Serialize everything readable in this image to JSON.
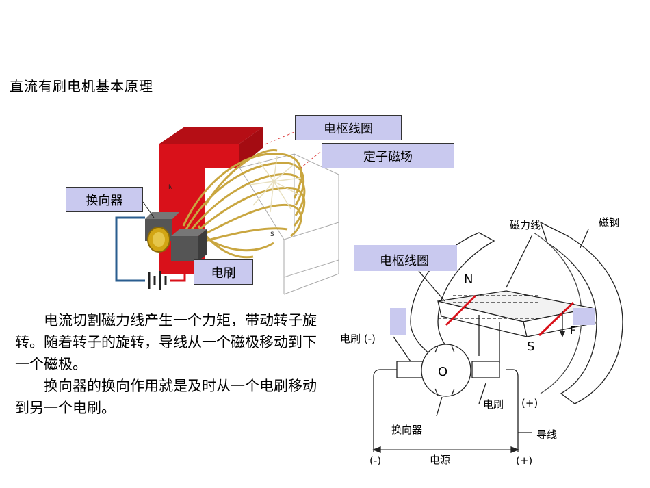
{
  "title": "直流有刷电机基本原理",
  "left_figure": {
    "callouts": {
      "armature_coil": "电枢线圈",
      "stator_field": "定子磁场",
      "commutator": "换向器",
      "brush": "电刷"
    },
    "pole_marks": {
      "n": "N",
      "s": "S"
    }
  },
  "description": {
    "paragraph_1": "电流切割磁力线产生一个力矩，带动转子旋转。随着转子的旋转，导线从一个磁极移动到下一个磁极。",
    "paragraph_2": "换向器的换向作用就是及时从一个电刷移动到另一个电刷。"
  },
  "right_figure": {
    "labels": {
      "field_lines": "磁力线",
      "magnet_steel": "磁钢",
      "armature_coil": "电枢线圈",
      "north": "N",
      "south": "S",
      "force": "F",
      "brush_negative": "电刷 (-)",
      "rotor": "O",
      "brush": "电刷",
      "plus_upper": "(+)",
      "commutator": "换向器",
      "wire": "导线",
      "minus": "(-)",
      "power_source": "电源",
      "plus_lower": "(+)"
    }
  },
  "colors": {
    "callout_fill": "#c9c9ef",
    "magnet_red": "#d9111a",
    "coil_gold": "#c9a640",
    "wire_blue": "#2a5d8f",
    "wire_red": "#d9111a"
  }
}
